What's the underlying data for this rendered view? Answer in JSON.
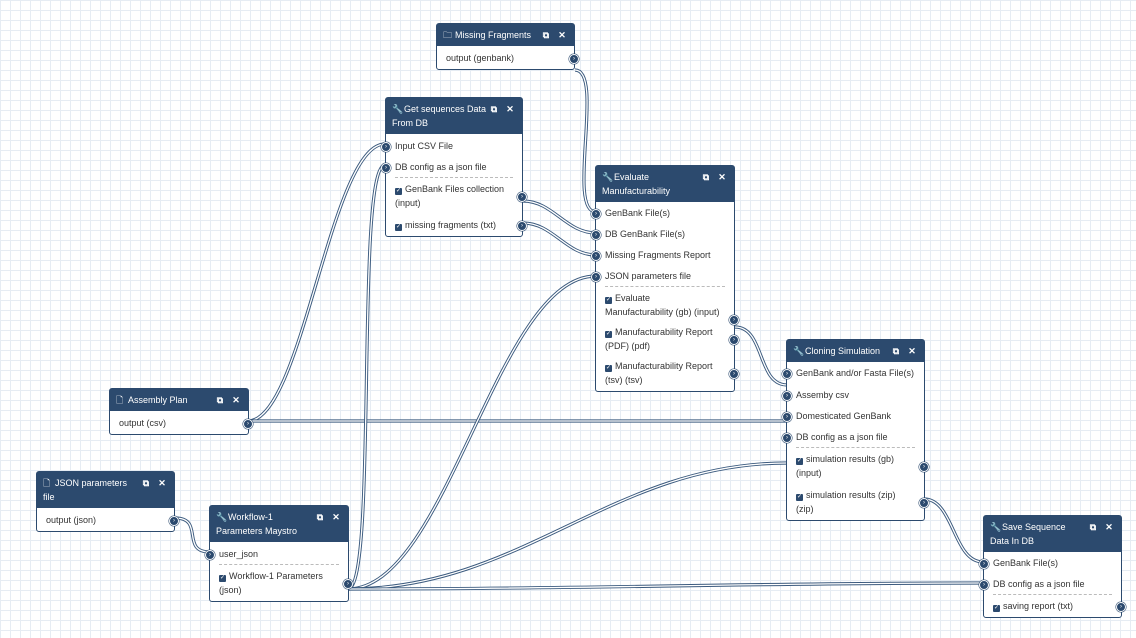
{
  "nodes": {
    "missing": {
      "title": "Missing Fragments",
      "icon": "folder-icon",
      "outputs": [
        "output (genbank)"
      ]
    },
    "getseq": {
      "title": "Get sequences Data From DB",
      "icon": "wrench-icon",
      "inputs": [
        "Input CSV File",
        "DB config as a json file"
      ],
      "outputs": [
        "GenBank Files collection (input)",
        "missing fragments (txt)"
      ]
    },
    "evaluate": {
      "title": "Evaluate Manufacturability",
      "icon": "wrench-icon",
      "inputs": [
        "GenBank File(s)",
        "DB GenBank File(s)",
        "Missing Fragments Report",
        "JSON parameters file"
      ],
      "outputs": [
        "Evaluate Manufacturability (gb) (input)",
        "Manufacturability Report (PDF) (pdf)",
        "Manufacturability Report (tsv) (tsv)"
      ]
    },
    "assembly": {
      "title": "Assembly Plan",
      "icon": "file-icon",
      "outputs": [
        "output (csv)"
      ]
    },
    "cloning": {
      "title": "Cloning Simulation",
      "icon": "wrench-icon",
      "inputs": [
        "GenBank and/or Fasta File(s)",
        "Assemby csv",
        "Domesticated GenBank",
        "DB config as a json file"
      ],
      "outputs": [
        "simulation results (gb) (input)",
        "simulation results (zip) (zip)"
      ]
    },
    "json": {
      "title": "JSON parameters file",
      "icon": "file-icon",
      "outputs": [
        "output (json)"
      ]
    },
    "workflow": {
      "title": "Workflow-1 Parameters Maystro",
      "icon": "wrench-icon",
      "inputs": [
        "user_json"
      ],
      "outputs": [
        "Workflow-1 Parameters (json)"
      ]
    },
    "save": {
      "title": "Save Sequence Data In DB",
      "icon": "wrench-icon",
      "inputs": [
        "GenBank File(s)",
        "DB config as a json file"
      ],
      "outputs": [
        "saving report (txt)"
      ]
    }
  },
  "header_buttons": {
    "copy": "⧉",
    "close": "✕"
  },
  "colors": {
    "node_header": "#2c4a6e",
    "wire": "#3b5a7e",
    "grid": "#e6ecf3"
  }
}
